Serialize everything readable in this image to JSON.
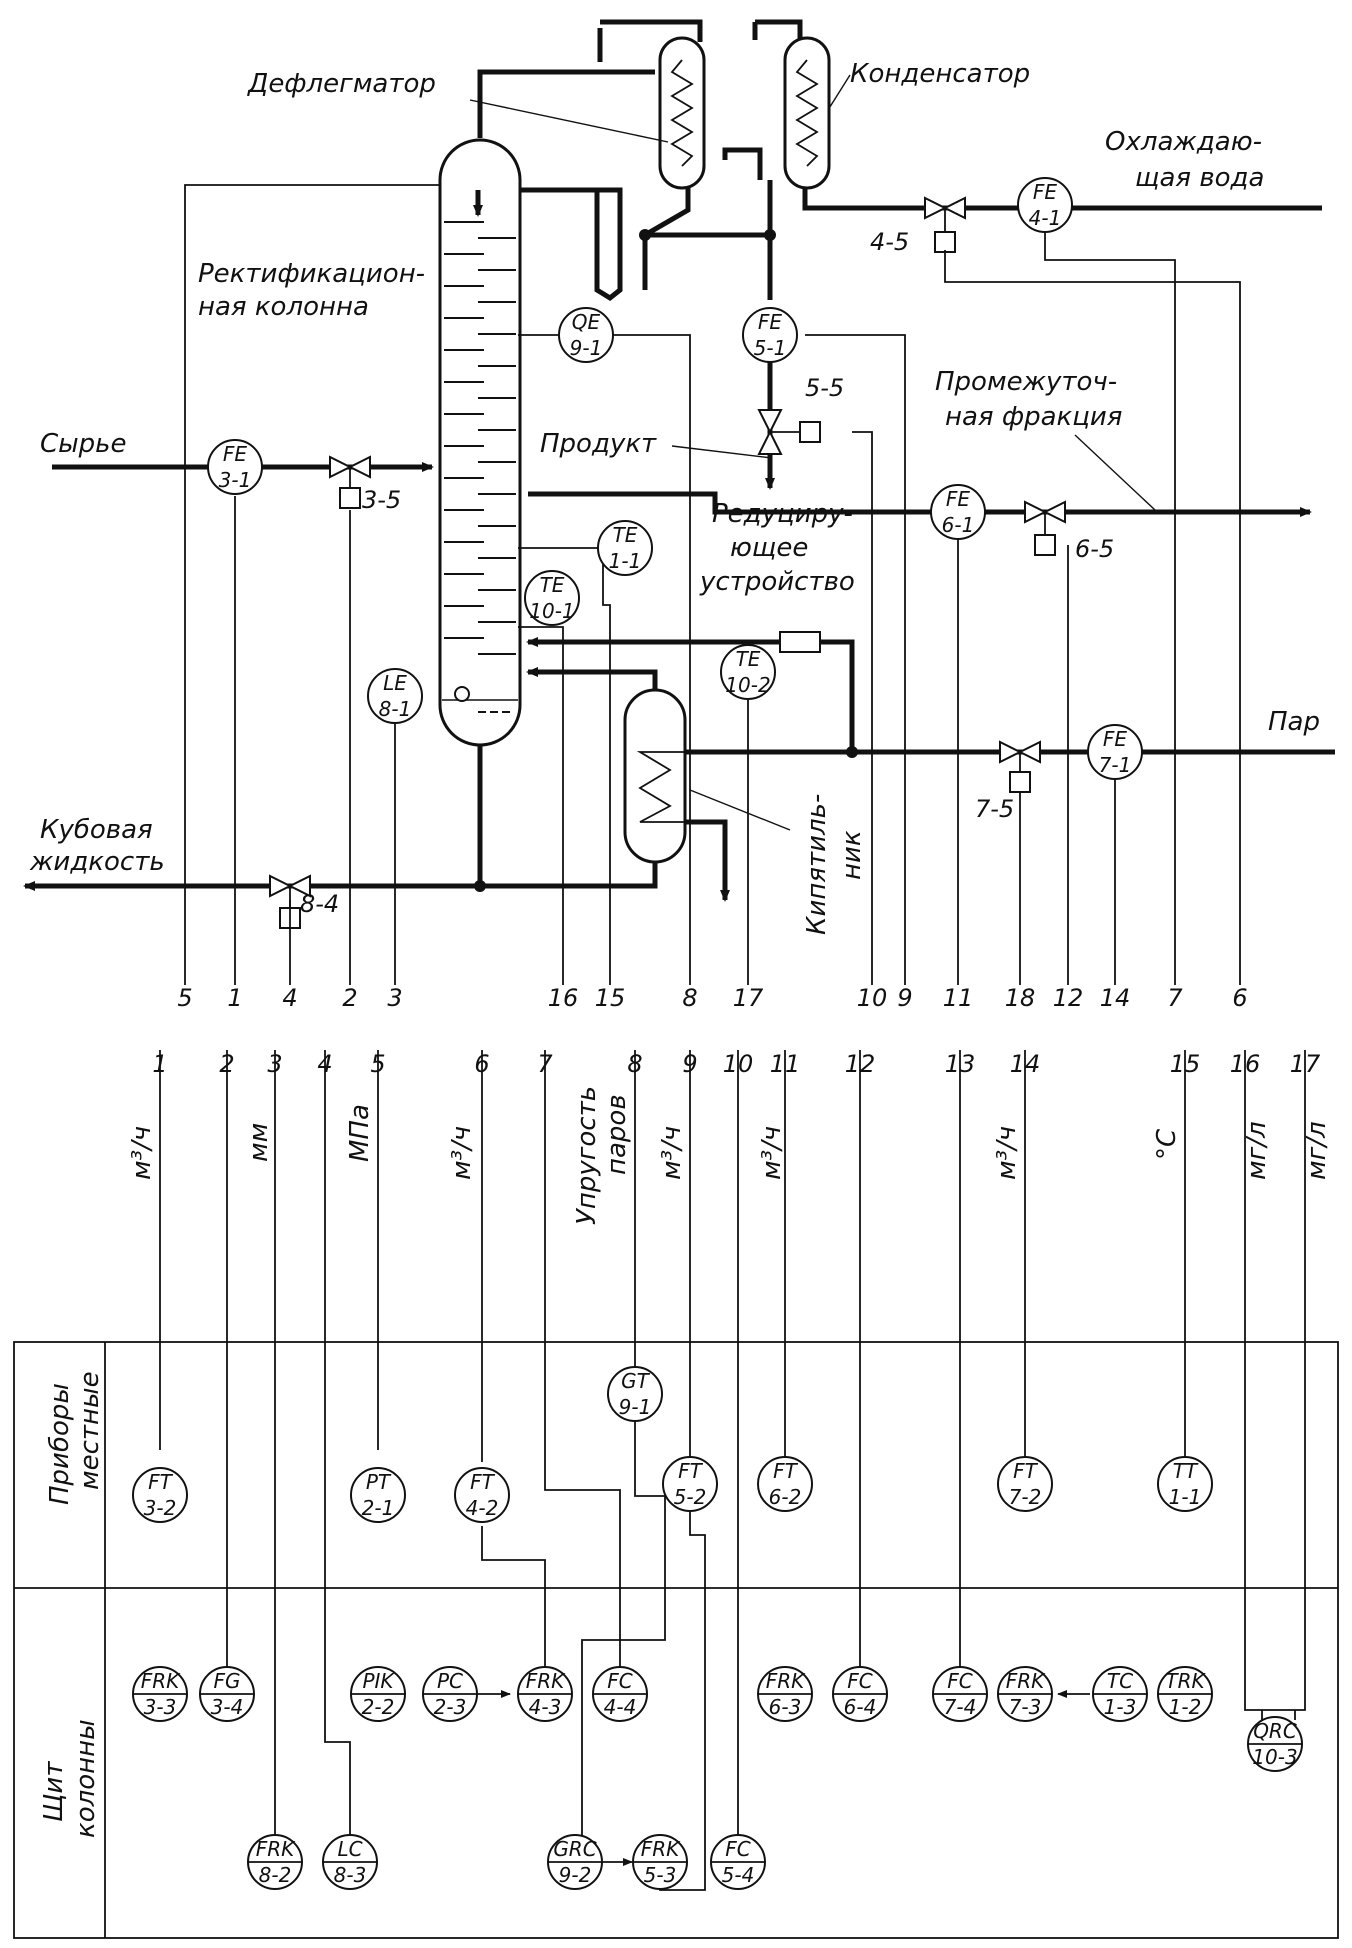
{
  "labels": {
    "dephlegmator": "Дефлегматор",
    "condenser": "Конденсатор",
    "cooling_water_1": "Охлаждаю-",
    "cooling_water_2": "щая вода",
    "column_1": "Ректификацион-",
    "column_2": "ная колонна",
    "feed": "Сырье",
    "product": "Продукт",
    "intermediate_1": "Промежуточ-",
    "intermediate_2": "ная фракция",
    "reducer_1": "Редуциру-",
    "reducer_2": "ющее",
    "reducer_3": "устройство",
    "steam": "Пар",
    "bottoms_1": "Кубовая",
    "bottoms_2": "жидкость",
    "reboiler_1": "Кипятиль-",
    "reboiler_2": "ник",
    "local_instruments_1": "Приборы",
    "local_instruments_2": "местные",
    "column_panel_1": "Щит",
    "column_panel_2": "колонны"
  },
  "field_instruments": [
    {
      "id": "fe41",
      "top": "FE",
      "bottom": "4-1"
    },
    {
      "id": "fe51",
      "top": "FE",
      "bottom": "5-1"
    },
    {
      "id": "qe91",
      "top": "QE",
      "bottom": "9-1"
    },
    {
      "id": "fe31",
      "top": "FE",
      "bottom": "3-1"
    },
    {
      "id": "fe61",
      "top": "FE",
      "bottom": "6-1"
    },
    {
      "id": "te11",
      "top": "TE",
      "bottom": "1-1"
    },
    {
      "id": "te101",
      "top": "TE",
      "bottom": "10-1"
    },
    {
      "id": "te102",
      "top": "TE",
      "bottom": "10-2"
    },
    {
      "id": "le81",
      "top": "LE",
      "bottom": "8-1"
    },
    {
      "id": "fe71",
      "top": "FE",
      "bottom": "7-1"
    }
  ],
  "valve_tags": [
    "4-5",
    "5-5",
    "3-5",
    "6-5",
    "7-5",
    "8-4"
  ],
  "upper_line_numbers": [
    "5",
    "1",
    "4",
    "2",
    "3",
    "16",
    "15",
    "8",
    "17",
    "10",
    "9",
    "11",
    "18",
    "12",
    "14",
    "7",
    "6"
  ],
  "lower_line_numbers": [
    "1",
    "2",
    "3",
    "4",
    "5",
    "6",
    "7",
    "8",
    "9",
    "10",
    "11",
    "12",
    "13",
    "14",
    "15",
    "16",
    "17"
  ],
  "units": [
    {
      "id": "u1",
      "text": "м³/ч"
    },
    {
      "id": "u2",
      "text": "мм"
    },
    {
      "id": "u5",
      "text": "МПа"
    },
    {
      "id": "u6",
      "text": "м³/ч"
    },
    {
      "id": "u8a",
      "text": "Упругость"
    },
    {
      "id": "u8b",
      "text": "паров"
    },
    {
      "id": "u9",
      "text": "м³/ч"
    },
    {
      "id": "u11",
      "text": "м³/ч"
    },
    {
      "id": "u14",
      "text": "м³/ч"
    },
    {
      "id": "u15",
      "text": "°С"
    },
    {
      "id": "u16",
      "text": "мг/л"
    },
    {
      "id": "u17",
      "text": "мг/л"
    }
  ],
  "local_instruments": [
    {
      "id": "ft32",
      "top": "FT",
      "bottom": "3-2"
    },
    {
      "id": "pt21",
      "top": "PT",
      "bottom": "2-1"
    },
    {
      "id": "ft42",
      "top": "FT",
      "bottom": "4-2"
    },
    {
      "id": "gt91",
      "top": "GT",
      "bottom": "9-1"
    },
    {
      "id": "ft52",
      "top": "FT",
      "bottom": "5-2"
    },
    {
      "id": "ft62",
      "top": "FT",
      "bottom": "6-2"
    },
    {
      "id": "ft72",
      "top": "FT",
      "bottom": "7-2"
    },
    {
      "id": "tt11",
      "top": "TT",
      "bottom": "1-1"
    }
  ],
  "panel_instruments": [
    {
      "id": "frk33",
      "top": "FRK",
      "bottom": "3-3"
    },
    {
      "id": "fg34",
      "top": "FG",
      "bottom": "3-4"
    },
    {
      "id": "pik22",
      "top": "PIK",
      "bottom": "2-2"
    },
    {
      "id": "pc23",
      "top": "PC",
      "bottom": "2-3"
    },
    {
      "id": "frk43",
      "top": "FRK",
      "bottom": "4-3"
    },
    {
      "id": "fc44",
      "top": "FC",
      "bottom": "4-4"
    },
    {
      "id": "frk63",
      "top": "FRK",
      "bottom": "6-3"
    },
    {
      "id": "fc64",
      "top": "FC",
      "bottom": "6-4"
    },
    {
      "id": "fc74",
      "top": "FC",
      "bottom": "7-4"
    },
    {
      "id": "frk73",
      "top": "FRK",
      "bottom": "7-3"
    },
    {
      "id": "tc13",
      "top": "TC",
      "bottom": "1-3"
    },
    {
      "id": "trk12",
      "top": "TRK",
      "bottom": "1-2"
    },
    {
      "id": "qrc103",
      "top": "QRC",
      "bottom": "10-3"
    },
    {
      "id": "frk82",
      "top": "FRK",
      "bottom": "8-2"
    },
    {
      "id": "lc83",
      "top": "LC",
      "bottom": "8-3"
    },
    {
      "id": "grc92",
      "top": "GRC",
      "bottom": "9-2"
    },
    {
      "id": "frk53",
      "top": "FRK",
      "bottom": "5-3"
    },
    {
      "id": "fc54",
      "top": "FC",
      "bottom": "5-4"
    }
  ]
}
